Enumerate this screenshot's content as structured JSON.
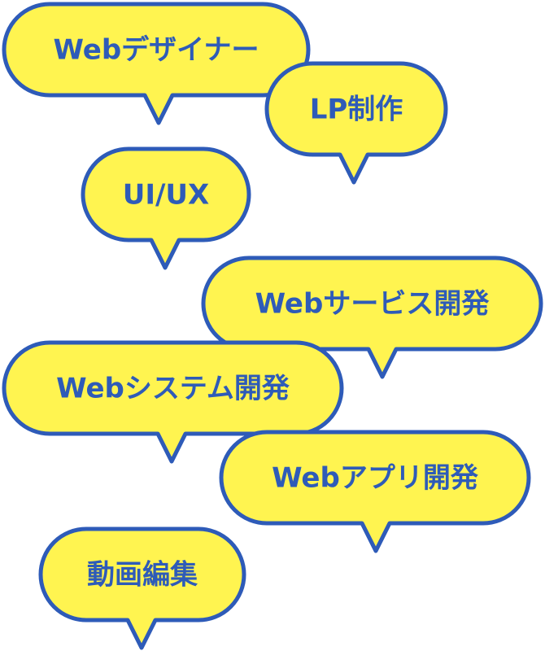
{
  "colors": {
    "fill": "#FFF450",
    "outline": "#2E5BB8",
    "text": "#2E5BB8",
    "background": "#FFFFFF"
  },
  "bubbles": [
    {
      "label": "Webデザイナー"
    },
    {
      "label": "LP制作"
    },
    {
      "label": "UI/UX"
    },
    {
      "label": "Webサービス開発"
    },
    {
      "label": "Webシステム開発"
    },
    {
      "label": "Webアプリ開発"
    },
    {
      "label": "動画編集"
    }
  ]
}
